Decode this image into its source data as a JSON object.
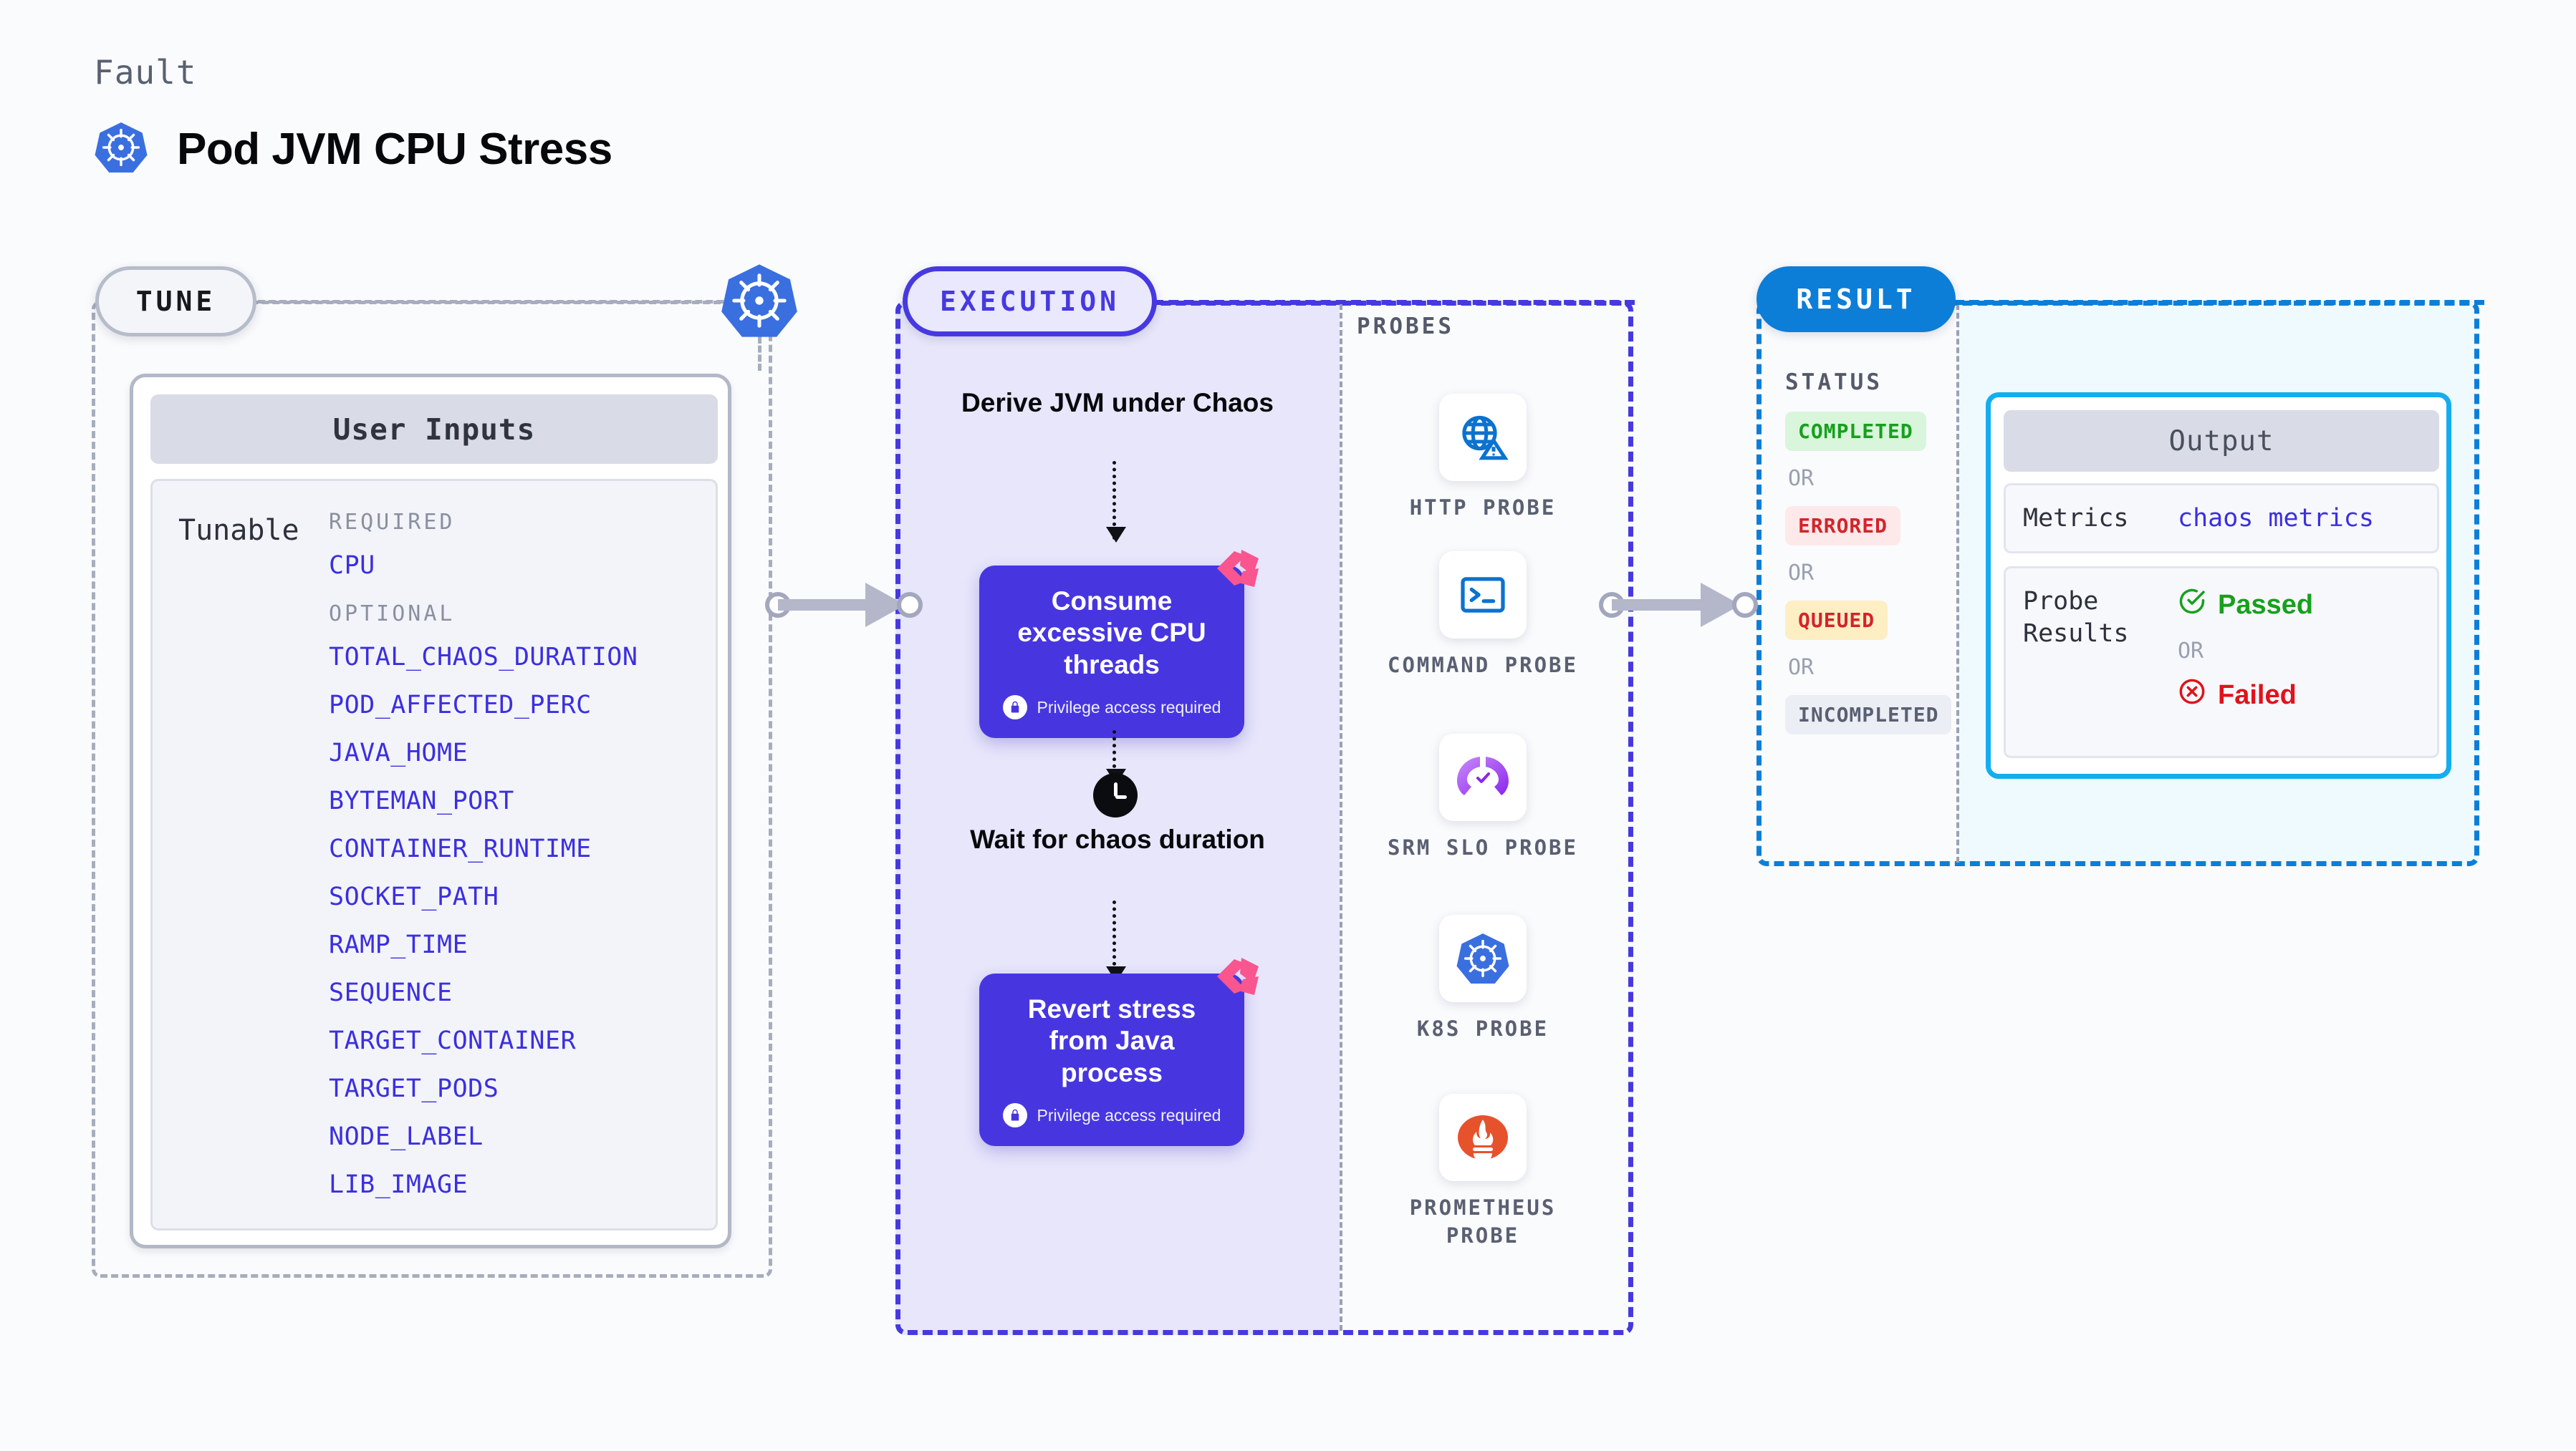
{
  "header": {
    "eyebrow": "Fault",
    "title": "Pod JVM CPU Stress",
    "icon": "kubernetes-icon"
  },
  "tune": {
    "pill_label": "TUNE",
    "badge_icon": "kubernetes-icon",
    "card_title": "User Inputs",
    "tunable_label": "Tunable",
    "required_label": "REQUIRED",
    "optional_label": "OPTIONAL",
    "required_params": [
      "CPU"
    ],
    "optional_params": [
      "TOTAL_CHAOS_DURATION",
      "POD_AFFECTED_PERC",
      "JAVA_HOME",
      "BYTEMAN_PORT",
      "CONTAINER_RUNTIME",
      "SOCKET_PATH",
      "RAMP_TIME",
      "SEQUENCE",
      "TARGET_CONTAINER",
      "TARGET_PODS",
      "NODE_LABEL",
      "LIB_IMAGE"
    ]
  },
  "execution": {
    "pill_label": "EXECUTION",
    "step_derive": "Derive JVM under Chaos",
    "step_wait": "Wait for chaos duration",
    "card_consume": {
      "title": "Consume excessive CPU threads",
      "privilege": "Privilege access required",
      "badge_icon": "chaos-ribbon-icon",
      "lock_icon": "lock-icon"
    },
    "card_revert": {
      "title": "Revert stress from Java process",
      "privilege": "Privilege access required",
      "badge_icon": "chaos-ribbon-icon",
      "lock_icon": "lock-icon"
    },
    "clock_icon": "clock-icon"
  },
  "probes": {
    "title": "PROBES",
    "items": [
      {
        "label": "HTTP PROBE",
        "icon": "globe-warning-icon"
      },
      {
        "label": "COMMAND PROBE",
        "icon": "terminal-icon"
      },
      {
        "label": "SRM SLO PROBE",
        "icon": "srm-slo-icon"
      },
      {
        "label": "K8S PROBE",
        "icon": "kubernetes-icon"
      },
      {
        "label": "PROMETHEUS PROBE",
        "icon": "prometheus-icon"
      }
    ]
  },
  "result": {
    "pill_label": "RESULT",
    "status_title": "STATUS",
    "or_label": "OR",
    "statuses": [
      {
        "label": "COMPLETED",
        "bg": "#d9f5dc",
        "fg": "#17a01d"
      },
      {
        "label": "ERRORED",
        "bg": "#fde9e9",
        "fg": "#d3242b"
      },
      {
        "label": "QUEUED",
        "bg": "#fdeec4",
        "fg": "#d3242b"
      },
      {
        "label": "INCOMPLETED",
        "bg": "#eceef5",
        "fg": "#5a6072"
      }
    ],
    "output": {
      "title": "Output",
      "metrics_key": "Metrics",
      "metrics_value": "chaos metrics",
      "probe_key": "Probe Results",
      "passed_label": "Passed",
      "failed_label": "Failed",
      "or_label": "OR",
      "passed_icon": "check-circle-icon",
      "failed_icon": "x-circle-icon"
    }
  },
  "connectors": {
    "tune_to_execution": "arrow-right-icon",
    "execution_to_result": "arrow-right-icon"
  },
  "colors": {
    "accent_purple": "#4639e0",
    "accent_blue": "#0d7ed8",
    "accent_cyan": "#12aeee",
    "param_blue": "#3b2fe0",
    "pink_ribbon": "#f9558f",
    "k8s_blue": "#3a6fe0"
  }
}
